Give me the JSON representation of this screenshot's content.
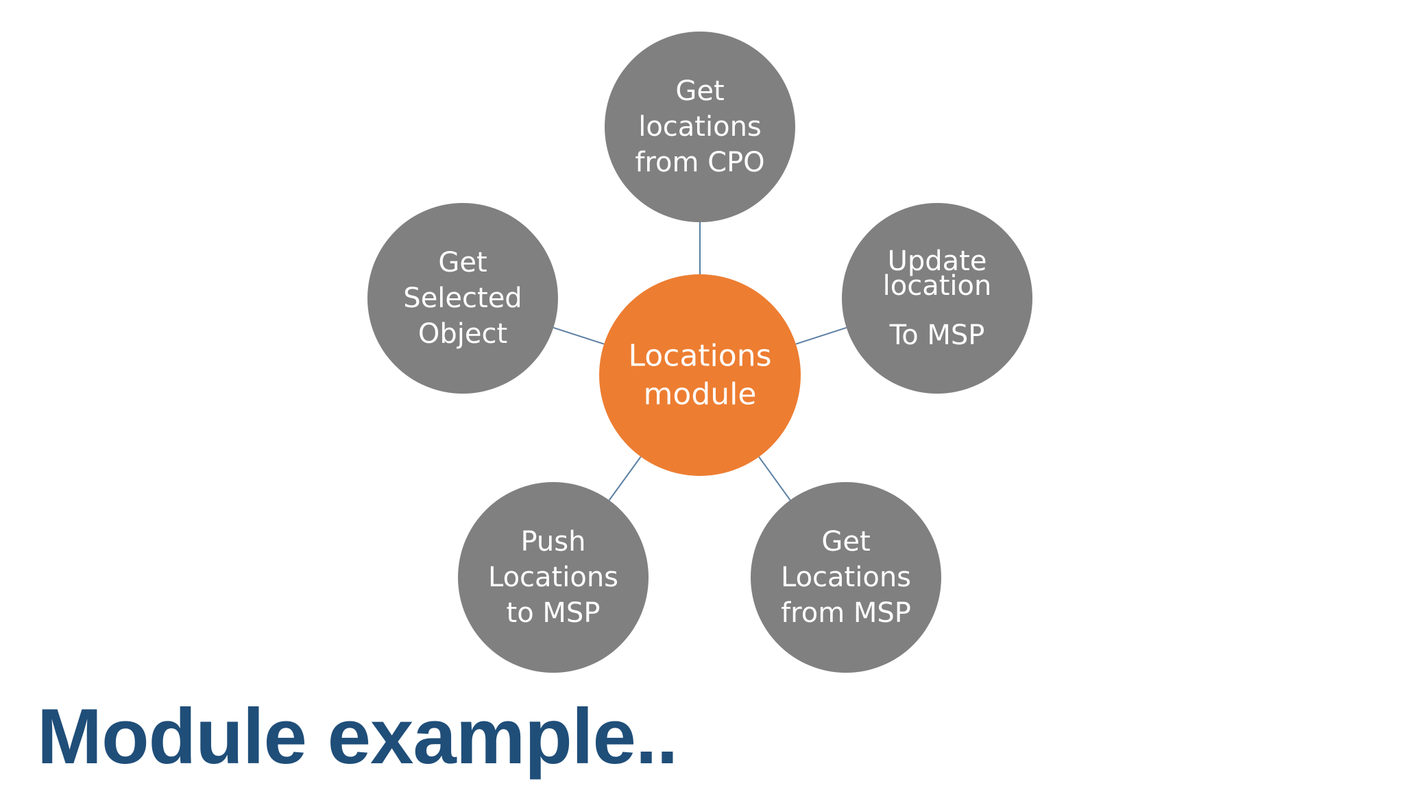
{
  "colors": {
    "center_fill": "#ED7D31",
    "satellite_fill": "#808080",
    "connector": "#5B7FA3",
    "title": "#1F4E79",
    "text": "#FFFFFF"
  },
  "title": "Module example..",
  "center": {
    "lines": [
      "Locations",
      "module"
    ]
  },
  "satellites": [
    {
      "id": "top",
      "lines": [
        "Get",
        "locations",
        "from CPO"
      ]
    },
    {
      "id": "right",
      "lines": [
        "Update",
        "location",
        "",
        "To MSP"
      ]
    },
    {
      "id": "bottom-right",
      "lines": [
        "Get",
        "Locations",
        "from MSP"
      ]
    },
    {
      "id": "bottom-left",
      "lines": [
        "Push",
        "Locations",
        "to MSP"
      ]
    },
    {
      "id": "left",
      "lines": [
        "Get",
        "Selected",
        "Object"
      ]
    }
  ]
}
